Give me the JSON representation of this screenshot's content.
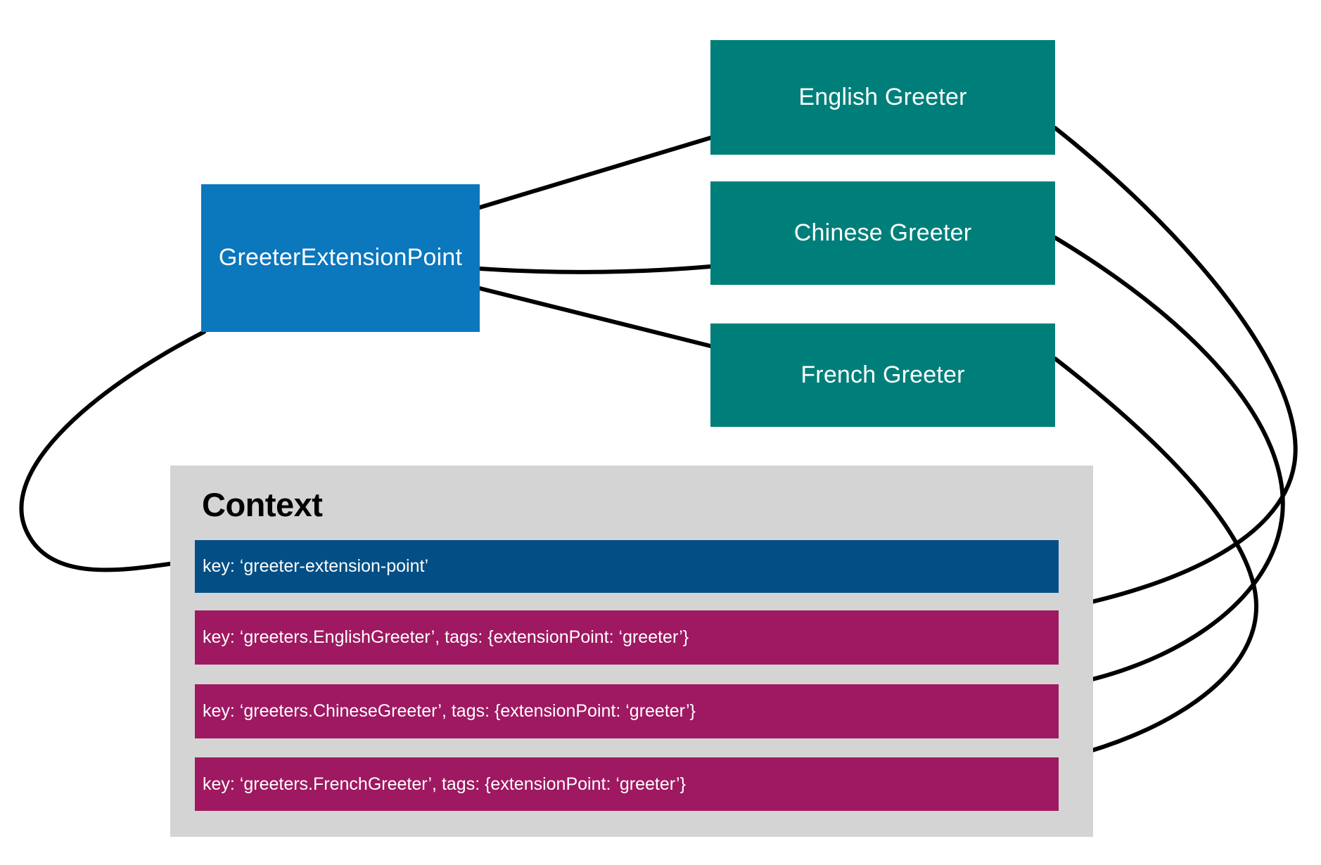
{
  "diagram": {
    "title": "GreeterExtensionPoint and Context diagram",
    "colors": {
      "extension_point": "#0b77bd",
      "greeter": "#007f7a",
      "context_panel": "#d4d4d4",
      "context_key_row": "#034f85",
      "context_greeter_row": "#9e1961",
      "edge": "#000000",
      "node_text": "#ffffff",
      "title_text": "#000000"
    },
    "extension_point": {
      "label": "GreeterExtensionPoint"
    },
    "greeters": [
      {
        "label": "English Greeter"
      },
      {
        "label": "Chinese Greeter"
      },
      {
        "label": "French Greeter"
      }
    ],
    "context": {
      "title": "Context",
      "rows": [
        {
          "label": "key: ‘greeter-extension-point’",
          "kind": "extension-point"
        },
        {
          "label": "key: ‘greeters.EnglishGreeter’, tags: {extensionPoint: ‘greeter’}",
          "kind": "greeter"
        },
        {
          "label": "key: ‘greeters.ChineseGreeter’, tags: {extensionPoint: ‘greeter’}",
          "kind": "greeter"
        },
        {
          "label": "key: ‘greeters.FrenchGreeter’, tags: {extensionPoint: ‘greeter’}",
          "kind": "greeter"
        }
      ]
    },
    "edges": [
      {
        "from": "extension-point",
        "to": "english-greeter",
        "style": "straight"
      },
      {
        "from": "extension-point",
        "to": "chinese-greeter",
        "style": "straight"
      },
      {
        "from": "extension-point",
        "to": "french-greeter",
        "style": "straight"
      },
      {
        "from": "extension-point",
        "to": "context-row-extension-point",
        "style": "curve-left"
      },
      {
        "from": "english-greeter",
        "to": "context-row-english",
        "style": "curve-right"
      },
      {
        "from": "chinese-greeter",
        "to": "context-row-chinese",
        "style": "curve-right"
      },
      {
        "from": "french-greeter",
        "to": "context-row-french",
        "style": "curve-right"
      }
    ]
  }
}
